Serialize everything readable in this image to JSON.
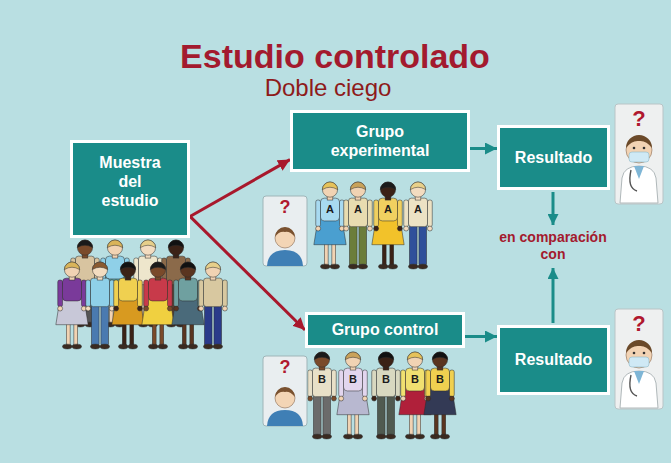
{
  "diagram": {
    "title": "Estudio controlado",
    "nodes": [
      {
        "text": [
          "Muestra del estudio"
        ]
      },
      {
        "text": [
          "Grupo experimental"
        ]
      },
      {
        "text": [
          "Resultado"
        ]
      },
      {
        "text": [
          "Grupo control"
        ]
      },
      {
        "text": [
          "Resultado"
        ]
      }
    ],
    "edges": [
      {
        "from": 0,
        "to": 1,
        "arrow": "to"
      },
      {
        "from": 0,
        "to": 3,
        "arrow": "to"
      },
      {
        "from": 1,
        "to": 2,
        "arrow": "to"
      },
      {
        "from": 3,
        "to": 4,
        "arrow": "to"
      }
    ],
    "labels": [
      "Doble ciego",
      "?",
      "A",
      "A",
      "A",
      "A",
      "?",
      "en comparación con",
      "?",
      "B",
      "B",
      "B",
      "B",
      "B",
      "?"
    ]
  }
}
